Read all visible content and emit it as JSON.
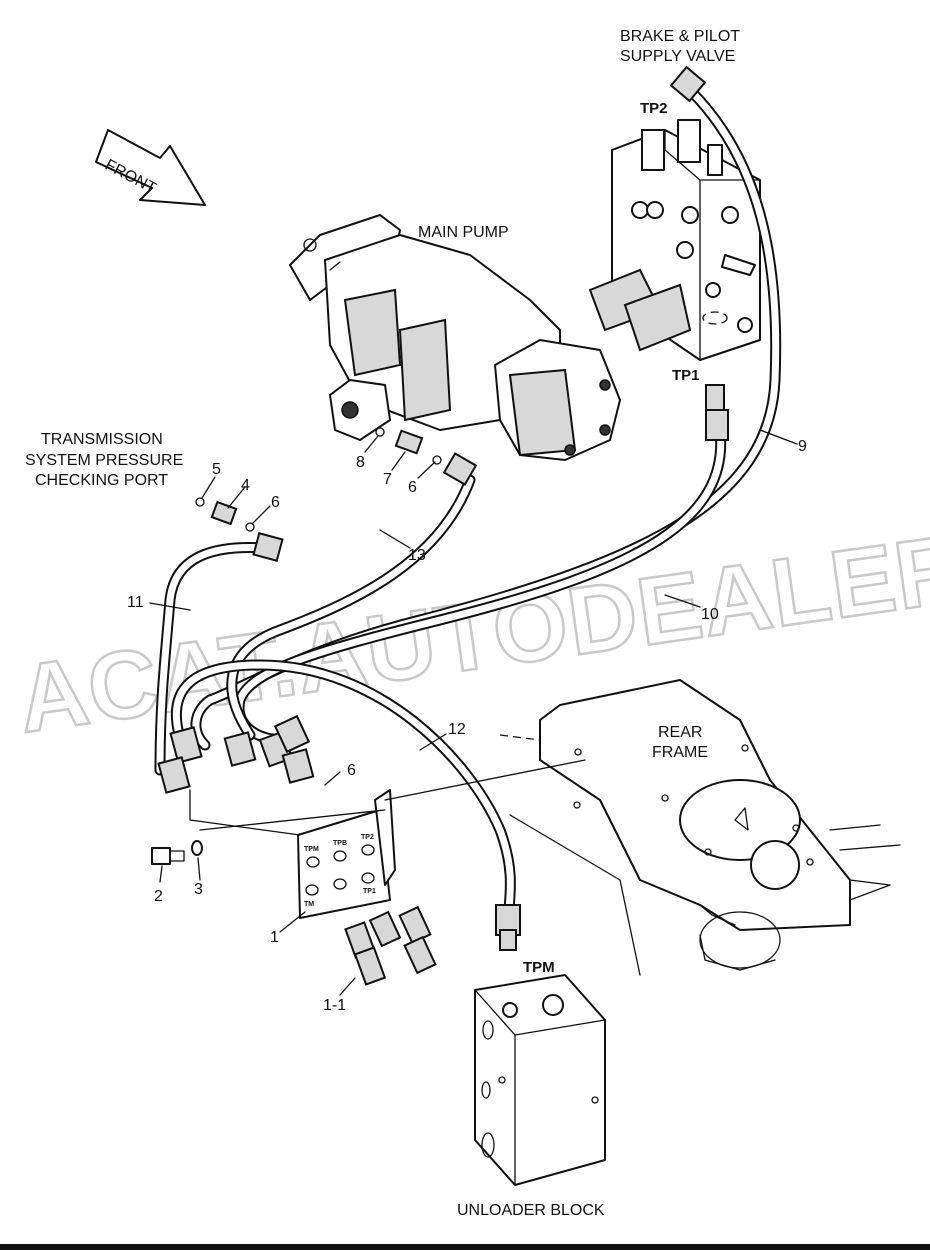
{
  "watermark": "ACAT.AUTODEALER.RU",
  "labels": {
    "brake_pilot_line1": "BRAKE & PILOT",
    "brake_pilot_line2": "SUPPLY VALVE",
    "tp2": "TP2",
    "tp1": "TP1",
    "tpm": "TPM",
    "front": "FRONT",
    "main_pump": "MAIN PUMP",
    "transmission_line1": "TRANSMISSION",
    "transmission_line2": "SYSTEM PRESSURE",
    "transmission_line3": "CHECKING PORT",
    "rear_frame_line1": "REAR",
    "rear_frame_line2": "FRAME",
    "unloader_block": "UNLOADER BLOCK"
  },
  "plate_labels": {
    "tpm": "TPM",
    "tpb": "TPB",
    "tp2": "TP2",
    "tp1": "TP1",
    "tm": "TM"
  },
  "callouts": {
    "c5": "5",
    "c4": "4",
    "c6a": "6",
    "c8": "8",
    "c7": "7",
    "c6b": "6",
    "c13": "13",
    "c9": "9",
    "c11": "11",
    "c10": "10",
    "c12": "12",
    "c6c": "6",
    "c2": "2",
    "c3": "3",
    "c1": "1",
    "c1_1": "1-1"
  }
}
